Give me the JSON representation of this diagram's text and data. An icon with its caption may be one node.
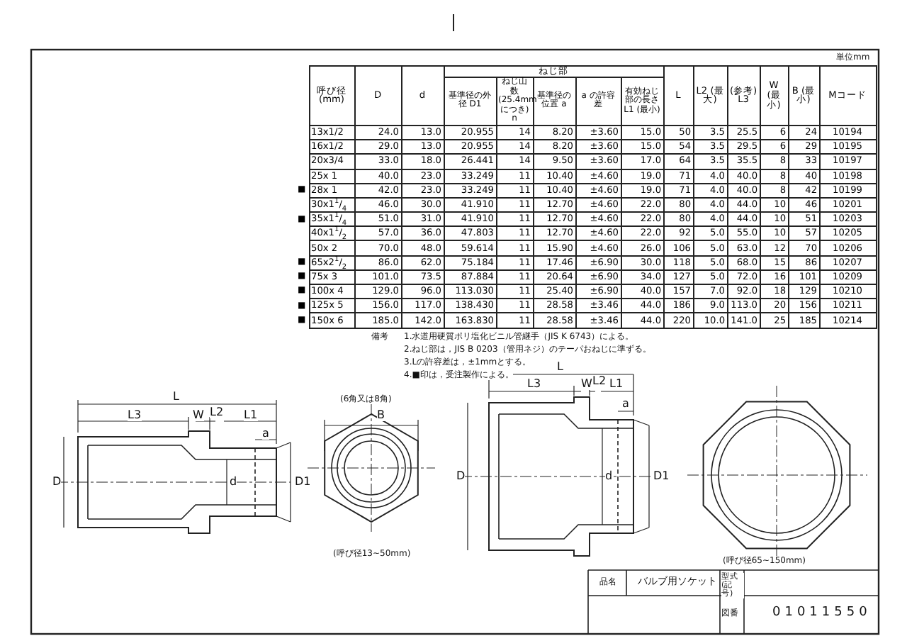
{
  "diagram": {
    "labels": [
      "単位mm",
      "呼び径 (mm)",
      "D",
      "d",
      "ねじ部",
      "L",
      "L2 (最大)",
      "(参考) L3",
      "W (最小)",
      "B (最小)",
      "Mコード",
      "基準径の外径 D1",
      "ねじ山数 (25.4mmにつき) n",
      "基準径の位置 a",
      "a の許容差",
      "有効ねじ部の長さ L1 (最小)",
      "13x1/2",
      "24.0",
      "13.0",
      "20.955",
      "14",
      "8.20",
      "±3.60",
      "15.0",
      "50",
      "3.5",
      "25.5",
      "6",
      "24",
      "10194",
      "16x1/2",
      "29.0",
      "13.0",
      "20.955",
      "14",
      "8.20",
      "±3.60",
      "15.0",
      "54",
      "3.5",
      "29.5",
      "6",
      "29",
      "10195",
      "20x3/4",
      "33.0",
      "18.0",
      "26.441",
      "14",
      "9.50",
      "±3.60",
      "17.0",
      "64",
      "3.5",
      "35.5",
      "8",
      "33",
      "10197",
      "25x 1",
      "40.0",
      "23.0",
      "33.249",
      "11",
      "10.40",
      "±4.60",
      "19.0",
      "71",
      "4.0",
      "40.0",
      "8",
      "40",
      "10198",
      "■",
      "28x 1",
      "42.0",
      "23.0",
      "33.249",
      "11",
      "10.40",
      "±4.60",
      "19.0",
      "71",
      "4.0",
      "40.0",
      "8",
      "42",
      "10199",
      "30x1$^{1}$/$_{4}$",
      "46.0",
      "30.0",
      "41.910",
      "11",
      "12.70",
      "±4.60",
      "22.0",
      "80",
      "4.0",
      "44.0",
      "10",
      "46",
      "10201",
      "■",
      "35x1$^{1}$/$_{4}$",
      "51.0",
      "31.0",
      "41.910",
      "11",
      "12.70",
      "±4.60",
      "22.0",
      "80",
      "4.0",
      "44.0",
      "10",
      "51",
      "10203",
      "40x1$^{1}$/$_{2}$",
      "57.0",
      "36.0",
      "47.803",
      "11",
      "12.70",
      "±4.60",
      "22.0",
      "92",
      "5.0",
      "55.0",
      "10",
      "57",
      "10205",
      "50x 2",
      "70.0",
      "48.0",
      "59.614",
      "11",
      "15.90",
      "±4.60",
      "26.0",
      "106",
      "5.0",
      "63.0",
      "12",
      "70",
      "10206",
      "■",
      "65x2$^{1}$/$_{2}$",
      "86.0",
      "62.0",
      "75.184",
      "11",
      "17.46",
      "±6.90",
      "30.0",
      "118",
      "5.0",
      "68.0",
      "15",
      "86",
      "10207",
      "■",
      "75x 3",
      "101.0",
      "73.5",
      "87.884",
      "11",
      "20.64",
      "±6.90",
      "34.0",
      "127",
      "5.0",
      "72.0",
      "16",
      "101",
      "10209",
      "■",
      "100x 4",
      "129.0",
      "96.0",
      "113.030",
      "11",
      "25.40",
      "±6.90",
      "40.0",
      "157",
      "7.0",
      "92.0",
      "18",
      "129",
      "10210",
      "■",
      "125x 5",
      "156.0",
      "117.0",
      "138.430",
      "11",
      "28.58",
      "±3.46",
      "44.0",
      "186",
      "9.0",
      "113.0",
      "20",
      "156",
      "10211",
      "■",
      "150x 6",
      "185.0",
      "142.0",
      "163.830",
      "11",
      "28.58",
      "±3.46",
      "44.0",
      "220",
      "10.0",
      "141.0",
      "25",
      "185",
      "10214",
      "備考",
      "1.水道用硬質ポリ塩化ビニル管継手（JIS K 6743）による。",
      "2.ねじ部は，JIS B 0203（管用ネジ）のテーパおねじに準ずる。",
      "3.Lの許容差は，±1mmとする。",
      "4.■印は，受注製作による。",
      "L",
      "L3",
      "W",
      "L2",
      "L1",
      "a",
      "D",
      "d",
      "D1",
      "(6角又は8角)",
      "B",
      "(呼び径13~50mm)",
      "L",
      "L3",
      "W",
      "L2",
      "L1",
      "a",
      "D",
      "d",
      "D1",
      "(呼び径65~150mm)",
      "品名",
      "バルブ用ソケット",
      "型式 (記号)",
      "図番",
      "01011550"
    ]
  }
}
